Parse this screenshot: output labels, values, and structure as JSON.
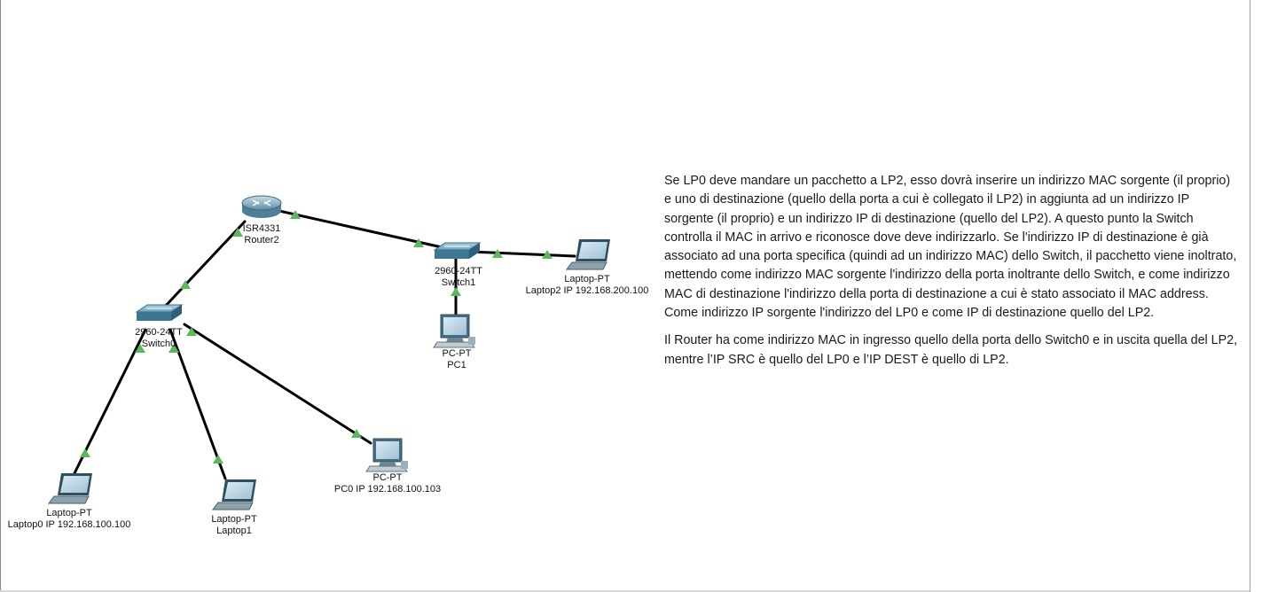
{
  "devices": {
    "router2": {
      "model": "ISR4331",
      "name": "Router2"
    },
    "switch0": {
      "model": "2960-24TT",
      "name": "Switch0"
    },
    "switch1": {
      "model": "2960-24TT",
      "name": "Switch1"
    },
    "laptop0": {
      "type": "Laptop-PT",
      "name": "Laptop0 IP 192.168.100.100"
    },
    "laptop1": {
      "type": "Laptop-PT",
      "name": "Laptop1"
    },
    "pc0": {
      "type": "PC-PT",
      "name": "PC0 IP 192.168.100.103"
    },
    "pc1": {
      "type": "PC-PT",
      "name": "PC1"
    },
    "laptop2": {
      "type": "Laptop-PT",
      "name": "Laptop2 IP 192.168.200.100"
    }
  },
  "notes": {
    "paragraph1": "Se LP0 deve mandare un pacchetto a LP2, esso dovrà inserire un indirizzo MAC sorgente (il proprio) e uno di destinazione (quello della porta a cui è collegato il LP2) in aggiunta ad un indirizzo IP sorgente (il proprio) e un indirizzo IP di destinazione (quello del LP2). A questo punto la Switch controlla il MAC in arrivo e riconosce dove deve indirizzarlo. Se l'indirizzo IP di destinazione è già associato ad una porta specifica (quindi ad un indirizzo MAC) dello Switch, il pacchetto viene inoltrato, mettendo come indirizzo MAC sorgente l'indirizzo della porta inoltrante dello Switch, e come indirizzo MAC di destinazione l'indirizzo della porta di destinazione a cui è stato associato il MAC address. Come indirizzo IP sorgente l'indirizzo del LP0 e come IP di destinazione quello del LP2.",
    "paragraph2": "Il Router ha come indirizzo MAC in ingresso quello della porta dello Switch0 e in uscita quella del LP2, mentre l’IP SRC è quello del LP0 e l’IP DEST è quello di LP2."
  },
  "colors": {
    "link": "#000000",
    "link_status_up": "#5cb85c",
    "device_body": "#4a8fae"
  }
}
